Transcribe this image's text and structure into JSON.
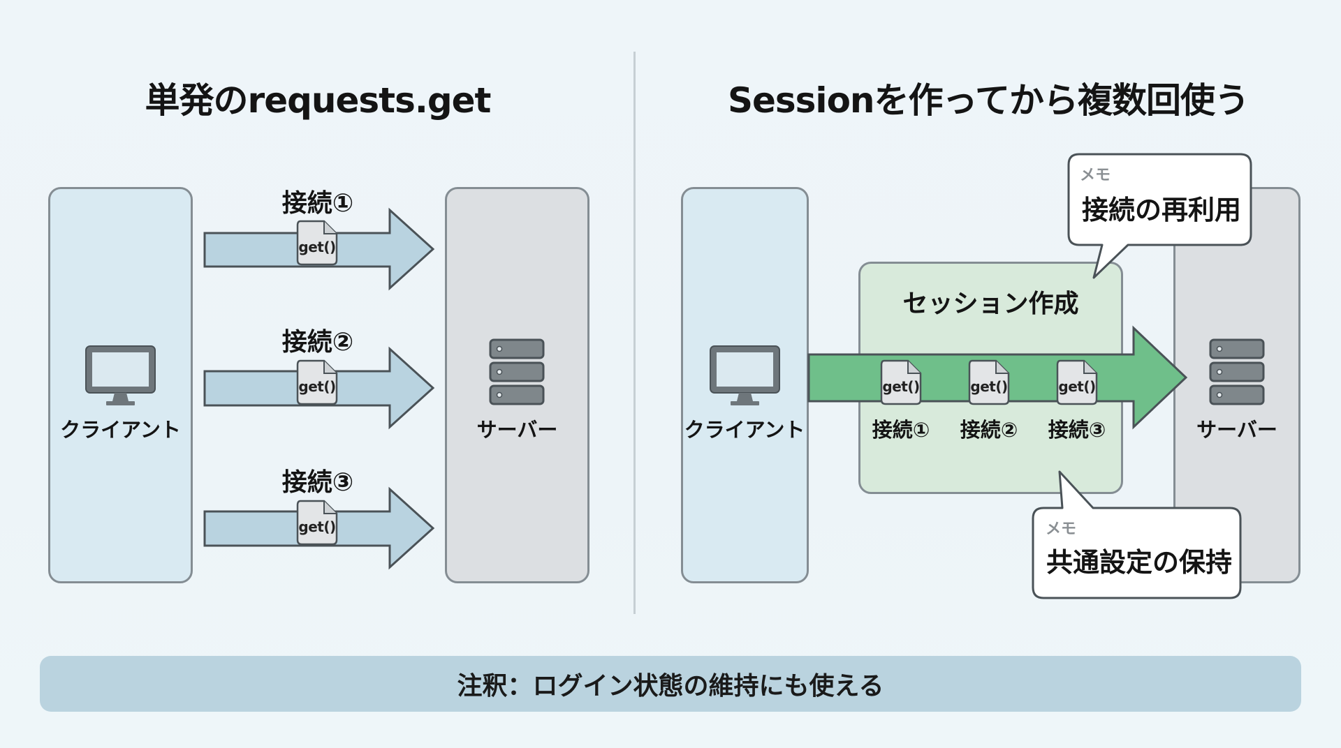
{
  "left_panel": {
    "title": "単発のrequests.get",
    "client_label": "クライアント",
    "server_label": "サーバー",
    "client_icon": "monitor-icon",
    "server_icon": "server-icon",
    "connections": [
      {
        "label": "接続①",
        "doc_label": "get()"
      },
      {
        "label": "接続②",
        "doc_label": "get()"
      },
      {
        "label": "接続③",
        "doc_label": "get()"
      }
    ]
  },
  "right_panel": {
    "title": "Sessionを作ってから複数回使う",
    "client_label": "クライアント",
    "server_label": "サーバー",
    "session_label": "セッション作成",
    "connections": [
      {
        "label": "接続①",
        "doc_label": "get()"
      },
      {
        "label": "接続②",
        "doc_label": "get()"
      },
      {
        "label": "接続③",
        "doc_label": "get()"
      }
    ],
    "callouts": [
      {
        "tag": "メモ",
        "text": "接続の再利用"
      },
      {
        "tag": "メモ",
        "text": "共通設定の保持"
      }
    ]
  },
  "footer_note": "注釈：ログイン状態の維持にも使える",
  "colors": {
    "client_fill": "#d9eaf2",
    "server_fill": "#dcdfe2",
    "single_arrow": "#b9d3e0",
    "session_arrow": "#6fbf8a",
    "session_fill": "#d8eadb",
    "note_bar": "#bad3df",
    "stroke": "#4a5257"
  }
}
